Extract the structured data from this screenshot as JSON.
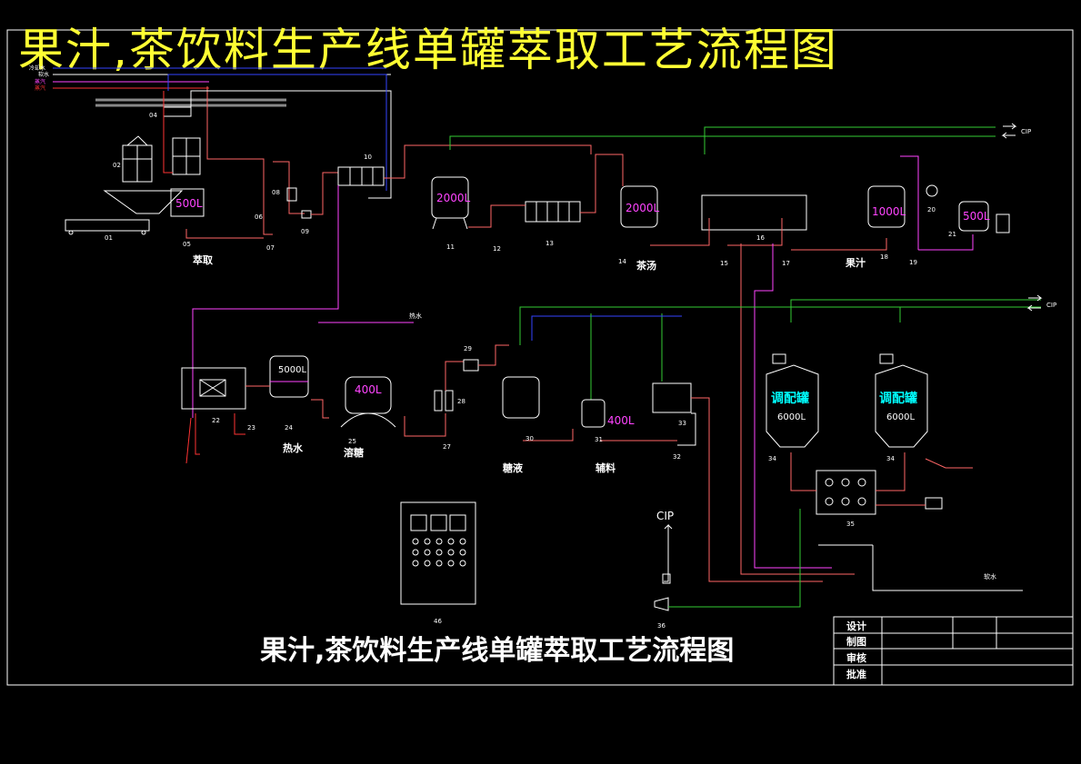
{
  "title": "果汁,茶饮料生产线单罐萃取工艺流程图",
  "subtitle": "果汁,茶饮料生产线单罐萃取工艺流程图",
  "colors": {
    "background": "#000000",
    "frame": "#ffffff",
    "title": "#ffff33",
    "steam": "#ff3333",
    "hot_water": "#ff44ff",
    "cip_line": "#33cc33",
    "cold_water": "#3344ff",
    "product": "#ff6666",
    "tank_label": "#00ffff"
  },
  "legend": {
    "lines": [
      "冷却水",
      "软水",
      "蒸汽",
      "蒸汽"
    ]
  },
  "labels": {
    "extract": "萃取",
    "tea_soup": "茶汤",
    "juice": "果汁",
    "hot_water": "热水",
    "dissolve": "溶糖",
    "syrup": "糖液",
    "auxiliary": "辅料",
    "hot_water_in": "热水",
    "soft_water": "软水"
  },
  "tanks": {
    "t500_extract": "500L",
    "t2000_a": "2000L",
    "t2000_b": "2000L",
    "t1000": "1000L",
    "t500_b": "500L",
    "t5000": "5000L",
    "t400_dissolve": "400L",
    "t400_aux": "400L",
    "mix_name_1": "调配罐",
    "mix_cap_1": "6000L",
    "mix_name_2": "调配罐",
    "mix_cap_2": "6000L"
  },
  "cip": {
    "top": "CIP",
    "mid": "CIP",
    "bottom": "CIP"
  },
  "numbers": {
    "n01": "01",
    "n02": "02",
    "n04": "04",
    "n05": "05",
    "n06": "06",
    "n07": "07",
    "n08": "08",
    "n09": "09",
    "n10": "10",
    "n11": "11",
    "n12": "12",
    "n13": "13",
    "n14": "14",
    "n15": "15",
    "n16": "16",
    "n17": "17",
    "n18": "18",
    "n19": "19",
    "n20": "20",
    "n21": "21",
    "n22": "22",
    "n23": "23",
    "n24a": "24",
    "n25": "25",
    "n27": "27",
    "n28": "28",
    "n29": "29",
    "n30": "30",
    "n31": "31",
    "n32": "32",
    "n33": "33",
    "n34a": "34",
    "n34b": "34",
    "n35": "35",
    "n36": "36",
    "n46": "46"
  },
  "title_block": {
    "rows": [
      "设计",
      "制图",
      "审核",
      "批准"
    ]
  }
}
